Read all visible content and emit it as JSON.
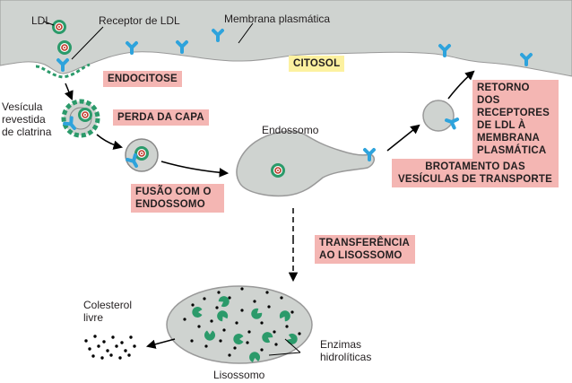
{
  "labels": {
    "ldl": "LDL",
    "ldl_receptor": "Receptor de LDL",
    "plasma_membrane": "Membrana plasmática",
    "cytosol": "CITOSOL",
    "endocytosis": "ENDOCITOSE",
    "clathrin_vesicle": "Vesícula revestida de clatrina",
    "uncoating": "PERDA DA CAPA",
    "endosome": "Endossomo",
    "endosome_fusion": "FUSÃO COM O ENDOSSOMO",
    "receptor_return": "RETORNO DOS RECEPTORES DE LDL À MEMBRANA PLASMÁTICA",
    "transport_budding": "BROTAMENTO DAS VESÍCULAS DE TRANSPORTE",
    "lysosome_transfer": "TRANSFERÊNCIA AO LISOSSOMO",
    "free_cholesterol": "Colesterol livre",
    "hydrolytic_enzymes": "Enzimas hidrolíticas",
    "lysosome": "Lisossomo"
  },
  "colors": {
    "membrane": "#cfd3d0",
    "receptor": "#2ea3dc",
    "ldl_ring": "#2b9a6a",
    "ldl_core": "#c0392b",
    "clathrin": "#2b9a6a",
    "process_box": "#f4b6b3",
    "cytosol_box": "#fcf1a0"
  }
}
